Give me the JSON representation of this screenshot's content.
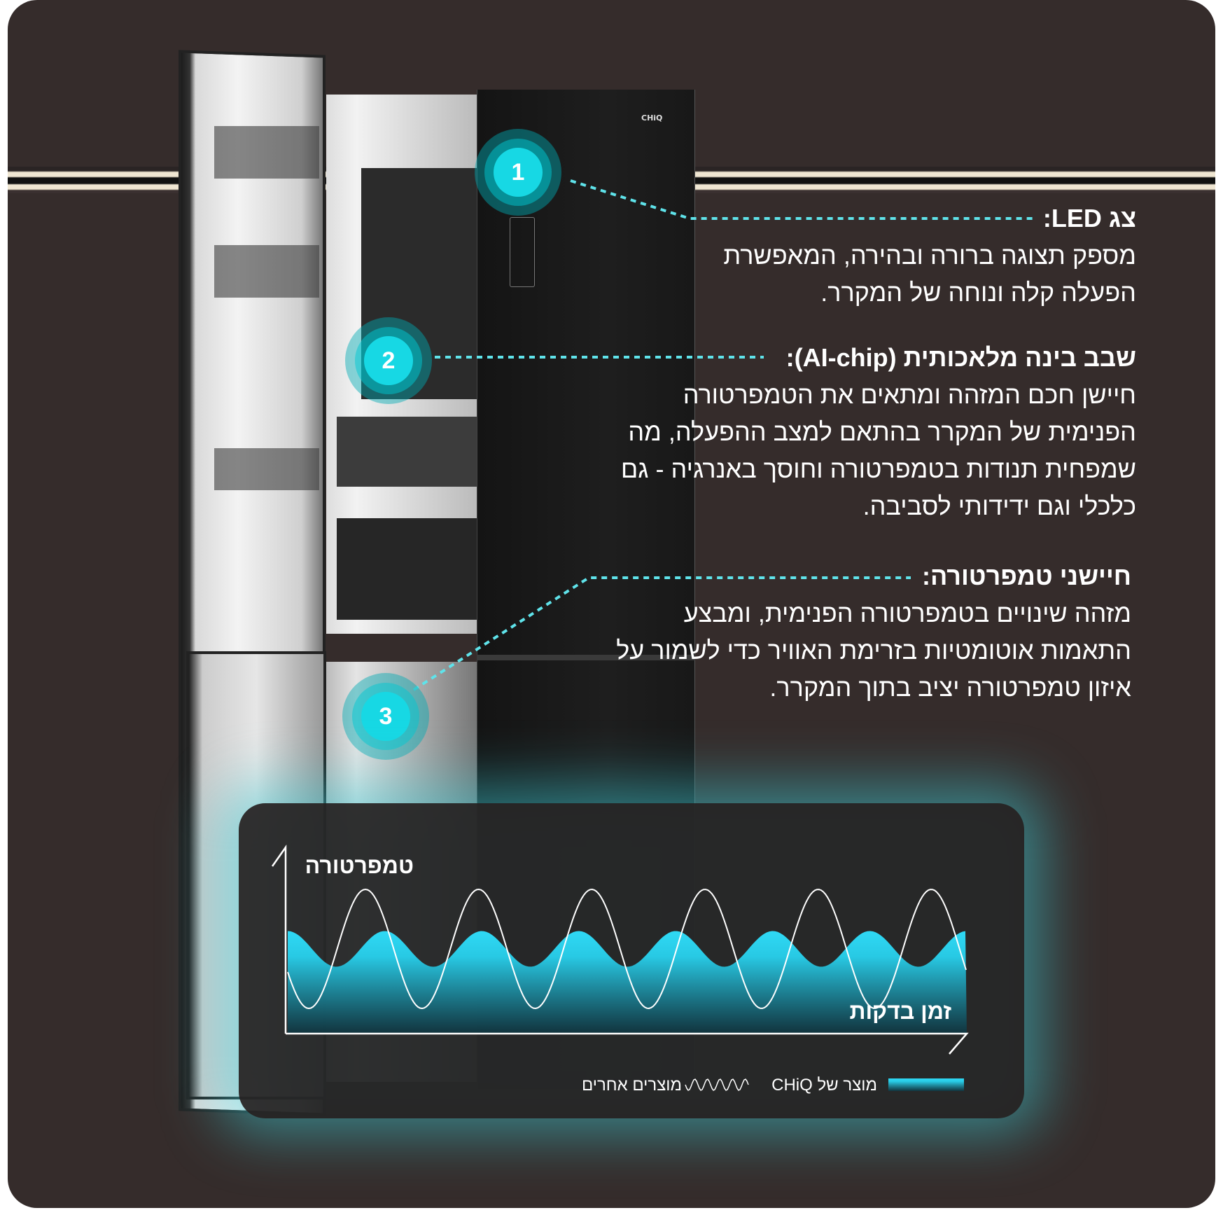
{
  "brand_logo": "CHiQ",
  "callouts": [
    {
      "number": "1",
      "title": "צג LED:",
      "lines": [
        "מספק תצוגה ברורה ובהירה, המאפשרת",
        "הפעלה קלה ונוחה של המקרר."
      ]
    },
    {
      "number": "2",
      "title": "שבב בינה מלאכותית (AI-chip):",
      "lines": [
        "חיישן חכם המזהה ומתאים את הטמפרטורה",
        "הפנימית של המקרר בהתאם למצב ההפעלה, מה",
        "שמפחית תנודות בטמפרטורה וחוסך באנרגיה - גם",
        "כלכלי וגם ידידותי לסביבה."
      ]
    },
    {
      "number": "3",
      "title": "חיישני טמפרטורה:",
      "lines": [
        "מזהה שינויים בטמפרטורה הפנימית, ומבצע",
        "התאמות אוטומטיות בזרימת האוויר כדי לשמור על",
        "איזון טמפרטורה יציב בתוך המקרר."
      ]
    }
  ],
  "colors": {
    "accent": "#17d8e4",
    "background": "#352c2b"
  },
  "chart_data": {
    "type": "line",
    "ylabel": "טמפרטורה",
    "xlabel": "זמן בדקות",
    "legend": [
      "מוצר של CHiQ",
      "מוצרים אחרים"
    ],
    "series": [
      {
        "name": "מוצר של CHiQ",
        "style": "filled-area",
        "relative_amplitude": 0.3,
        "cycles": 7
      },
      {
        "name": "מוצרים אחרים",
        "style": "line",
        "relative_amplitude": 1.0,
        "cycles": 6
      }
    ]
  }
}
